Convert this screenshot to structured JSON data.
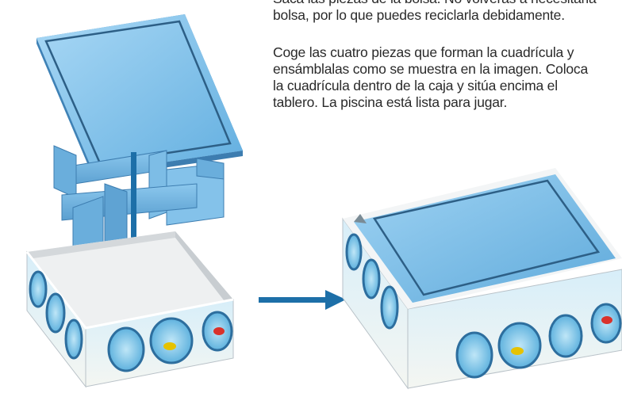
{
  "instructions": {
    "paragraph1": [
      "Saca las piezas de la bolsa. No volverás a necesitarla",
      "bolsa, por lo que puedes reciclarla debidamente."
    ],
    "paragraph2": [
      "Coge las cuatro piezas que forman la cuadrícula y",
      "ensámblalas como se muestra en la imagen. Coloca",
      "la cuadrícula dentro de la caja y sitúa encima el",
      "tablero. La piscina está lista para jugar."
    ]
  },
  "colors": {
    "board_blue": "#6fb8e6",
    "board_light": "#9fd2f2",
    "arrow_blue": "#1d6fa8",
    "box_inner": "#e9ecef"
  },
  "illustration": {
    "icons": [
      "board-lid",
      "grid-insert",
      "open-box",
      "assembled-box",
      "down-arrow-icon",
      "right-arrow-icon"
    ]
  }
}
